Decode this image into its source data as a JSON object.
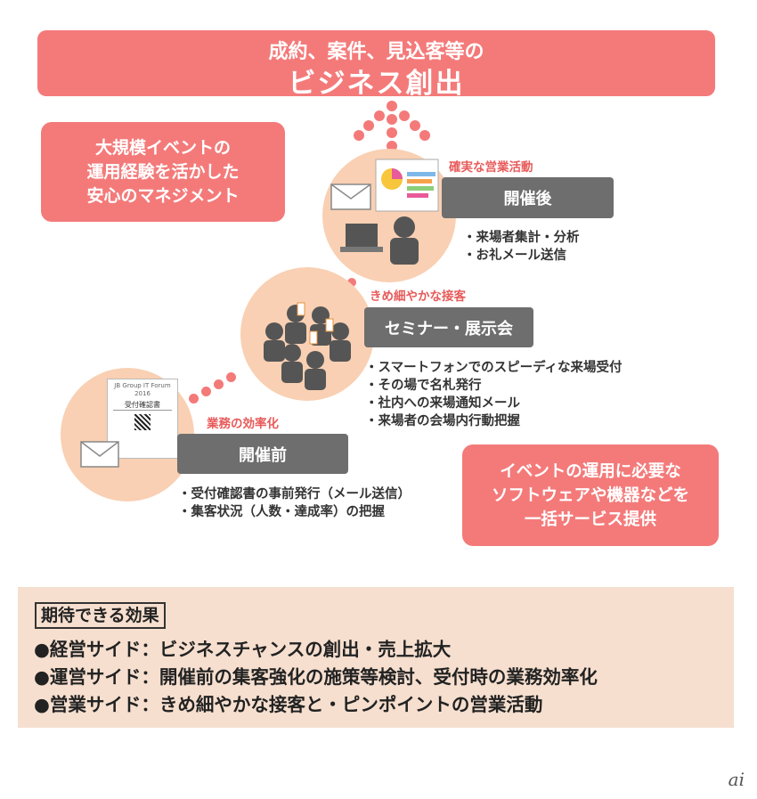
{
  "banner": {
    "line1": "成約、案件、見込客等の",
    "line2": "ビジネス創出"
  },
  "left_box": {
    "lines": [
      "大規模イベントの",
      "運用経験を活かした",
      "安心のマネジメント"
    ]
  },
  "right_box": {
    "lines": [
      "イベントの運用に必要な",
      "ソフトウェアや機器などを",
      "一括サービス提供"
    ]
  },
  "stages": {
    "after": {
      "label": "確実な営業活動",
      "title": "開催後",
      "bullets": [
        "・来場者集計・分析",
        "・お礼メール送信"
      ]
    },
    "during": {
      "label": "きめ細やかな接客",
      "title": "セミナー・展示会",
      "bullets": [
        "・スマートフォンでのスピーディな来場受付",
        "・その場で名札発行",
        "・社内への来場通知メール",
        "・来場者の会場内行動把握"
      ]
    },
    "before": {
      "label": "業務の効率化",
      "title": "開催前",
      "bullets": [
        "・受付確認書の事前発行（メール送信）",
        "・集客状況（人数・達成率）の把握"
      ]
    }
  },
  "ticket": {
    "header": "JB Group IT Forum 2016",
    "title": "受付確認書"
  },
  "effects": {
    "title": "期待できる効果",
    "lines": [
      "●経営サイド：ビジネスチャンスの創出・売上拡大",
      "●運営サイド：開催前の集客強化の施策等検討、受付時の業務効率化",
      "●営業サイド：きめ細やかな接客と・ピンポイントの営業活動"
    ]
  },
  "logo": "ai",
  "colors": {
    "accent": "#f47a7a",
    "circle": "#f9d0b3",
    "stage_box": "#6e6e6e",
    "effects_bg": "#f6dfcf",
    "label": "#e85a5a"
  }
}
